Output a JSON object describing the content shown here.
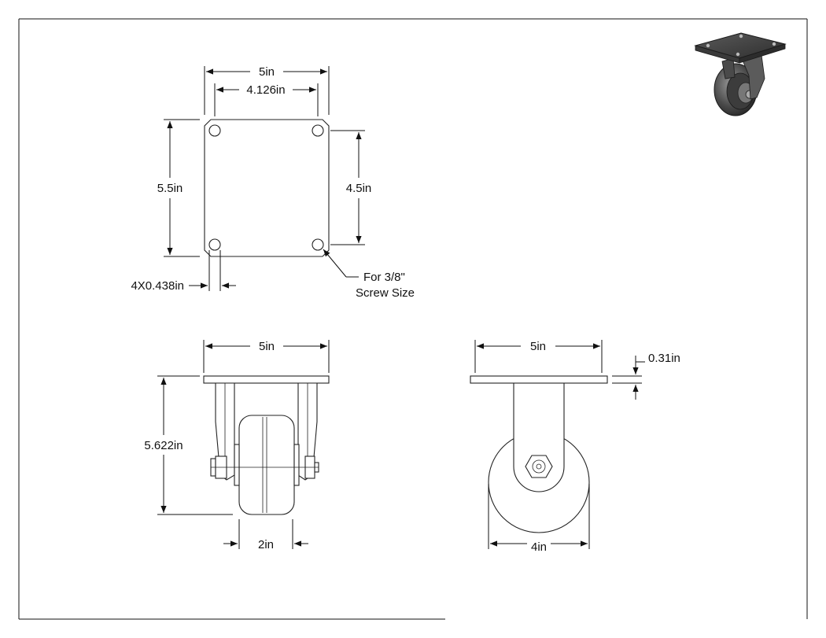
{
  "drawing": {
    "top_view": {
      "width_label": "5in",
      "hole_spacing_x_label": "4.126in",
      "height_label": "5.5in",
      "hole_spacing_y_label": "4.5in",
      "hole_label": "4X0.438in",
      "screw_note_line1": "For 3/8\"",
      "screw_note_line2": "Screw Size"
    },
    "front_view": {
      "width_label": "5in",
      "height_label": "5.622in",
      "wheel_width_label": "2in"
    },
    "side_view": {
      "width_label": "5in",
      "plate_thickness_label": "0.31in",
      "wheel_diameter_label": "4in"
    }
  }
}
